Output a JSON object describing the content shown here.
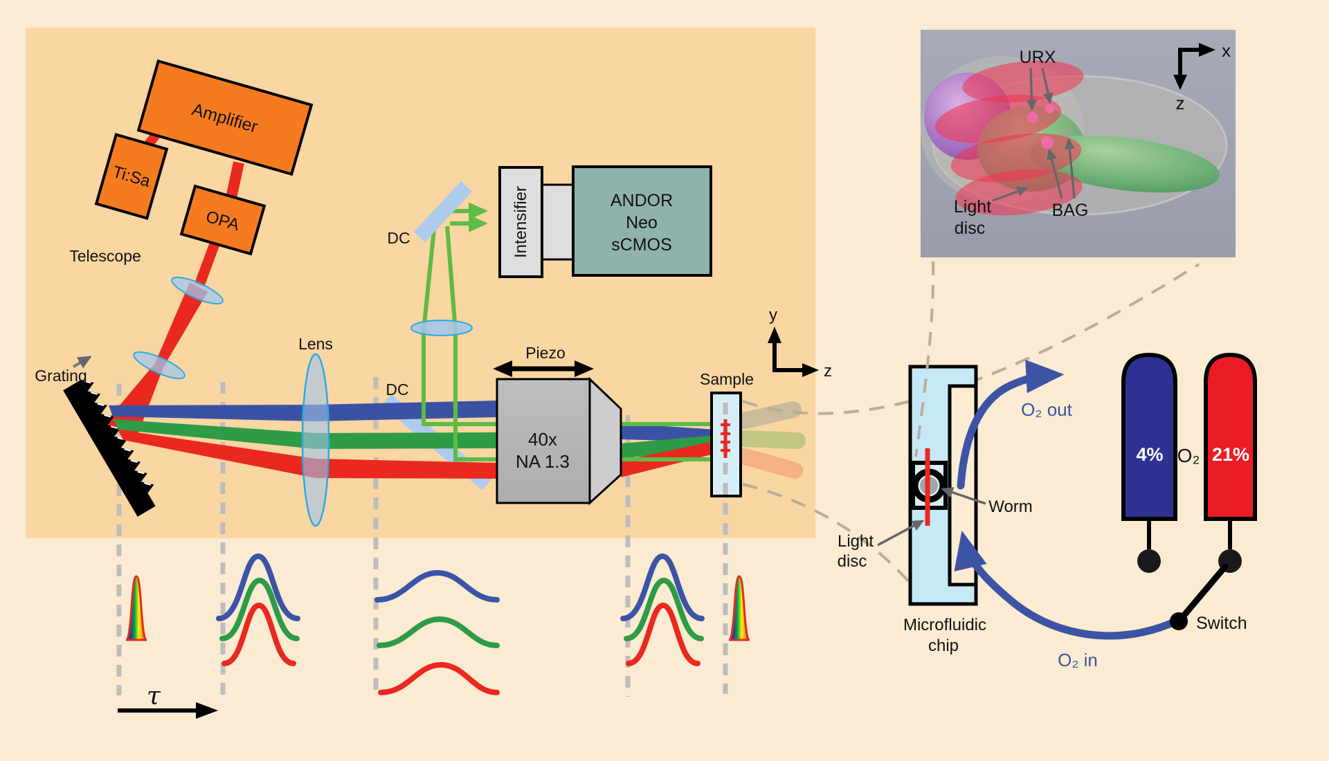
{
  "colors": {
    "background": "#FAEBD2",
    "panel": "#F9D6A2",
    "beam_red": "#E9291F",
    "beam_green": "#2E9B47",
    "beam_blue": "#3B52A4",
    "fluor_green": "#5DBB46",
    "optic_fill": "#A9C7E9",
    "optic_stroke": "#2FA8DF",
    "mirror": "#AFCBEC",
    "camera_teal": "#8FB3AB",
    "box_orange": "#F47B20",
    "cylinder_blue": "#2E3192",
    "cylinder_red": "#EC1C24",
    "flow_blue": "#3D53A4",
    "inset_bg": "#A3A7B4",
    "chip_blue": "#C7E9F5"
  },
  "laser": {
    "amplifier": "Amplifier",
    "tisa": "Ti:Sa",
    "opa": "OPA",
    "telescope": "Telescope",
    "grating": "Grating"
  },
  "beam_path": {
    "lens": "Lens",
    "dc_upper": "DC",
    "dc_lower": "DC",
    "piezo": "Piezo",
    "objective_line1": "40x",
    "objective_line2": "NA 1.3",
    "sample": "Sample"
  },
  "camera": {
    "intensifier": "Intensifier",
    "andor_line1": "ANDOR",
    "andor_line2": "Neo",
    "andor_line3": "sCMOS"
  },
  "axes_main": {
    "y": "y",
    "z": "z"
  },
  "pulse": {
    "tau": "τ"
  },
  "inset": {
    "urx": "URX",
    "bag": "BAG",
    "light_line1": "Light",
    "light_line2": "disc",
    "x": "x",
    "z": "z"
  },
  "gas": {
    "chip_line1": "Microfluidic",
    "chip_line2": "chip",
    "worm": "Worm",
    "o2_out": "O₂ out",
    "o2_in": "O₂ in",
    "o2": "O₂",
    "low": "4%",
    "high": "21%",
    "switch": "Switch",
    "light_line1": "Light",
    "light_line2": "disc"
  }
}
